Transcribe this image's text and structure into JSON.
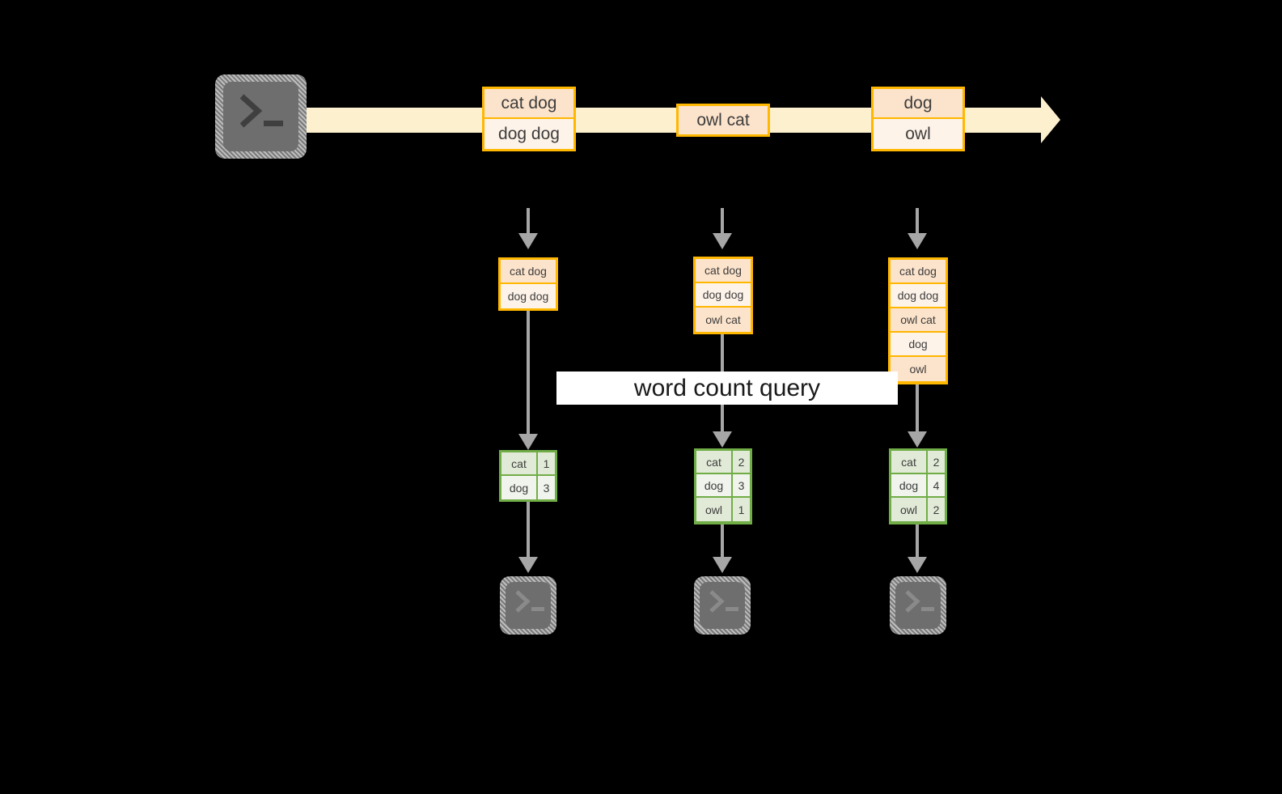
{
  "diagram": {
    "title_label": "word count query",
    "colors": {
      "stream_fill": "#FDF0CE",
      "message_border": "#FFB700",
      "message_fill_a": "#FCE3CB",
      "message_fill_b": "#FEF3E9",
      "table_border": "#71AD47",
      "table_fill_a": "#E1EAD7",
      "table_fill_b": "#F0F4EC",
      "connector": "#A6A6A6",
      "icon_fill": "#6E6E6E",
      "background": "#000000",
      "label_bg": "#FFFFFF",
      "text": "#3C3C3C"
    },
    "producer_icon": "terminal-icon",
    "stream": {
      "messages": [
        {
          "id": "msg-group-1",
          "lines": [
            "cat dog",
            "dog dog"
          ]
        },
        {
          "id": "msg-group-2",
          "lines": [
            "owl cat"
          ]
        },
        {
          "id": "msg-group-3",
          "lines": [
            "dog",
            "owl"
          ]
        }
      ]
    },
    "snapshots": [
      {
        "id": "snapshot-1",
        "input_lines": [
          "cat dog",
          "dog dog"
        ],
        "counts": {
          "rows": [
            {
              "word": "cat",
              "count": "1"
            },
            {
              "word": "dog",
              "count": "3"
            }
          ]
        },
        "consumer_icon": "terminal-icon"
      },
      {
        "id": "snapshot-2",
        "input_lines": [
          "cat dog",
          "dog dog",
          "owl cat"
        ],
        "counts": {
          "rows": [
            {
              "word": "cat",
              "count": "2"
            },
            {
              "word": "dog",
              "count": "3"
            },
            {
              "word": "owl",
              "count": "1"
            }
          ]
        },
        "consumer_icon": "terminal-icon"
      },
      {
        "id": "snapshot-3",
        "input_lines": [
          "cat dog",
          "dog dog",
          "owl cat",
          "dog",
          "owl"
        ],
        "counts": {
          "rows": [
            {
              "word": "cat",
              "count": "2"
            },
            {
              "word": "dog",
              "count": "4"
            },
            {
              "word": "owl",
              "count": "2"
            }
          ]
        },
        "consumer_icon": "terminal-icon"
      }
    ]
  }
}
